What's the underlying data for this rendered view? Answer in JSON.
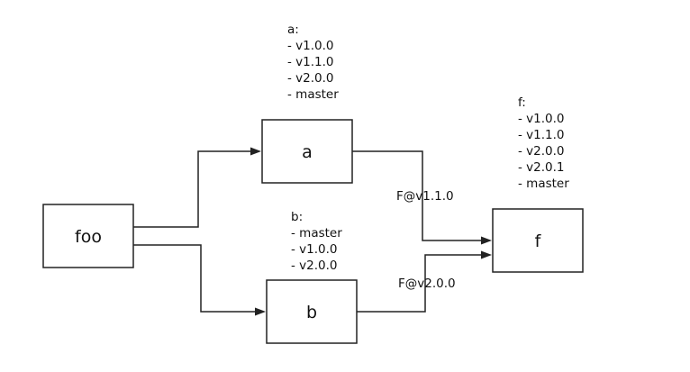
{
  "nodes": {
    "foo": {
      "label": "foo"
    },
    "a": {
      "label": "a"
    },
    "b": {
      "label": "b"
    },
    "f": {
      "label": "f"
    }
  },
  "edges": {
    "a_to_f": {
      "label": "F@v1.1.0"
    },
    "b_to_f": {
      "label": "F@v2.0.0"
    }
  },
  "notes": {
    "a": {
      "title": "a:",
      "items": [
        "- v1.0.0",
        "- v1.1.0",
        "- v2.0.0",
        "- master"
      ]
    },
    "b": {
      "title": "b:",
      "items": [
        "- master",
        "- v1.0.0",
        "- v2.0.0"
      ]
    },
    "f": {
      "title": "f:",
      "items": [
        "- v1.0.0",
        "- v1.1.0",
        "- v2.0.0",
        "- v2.0.1",
        "- master"
      ]
    }
  }
}
